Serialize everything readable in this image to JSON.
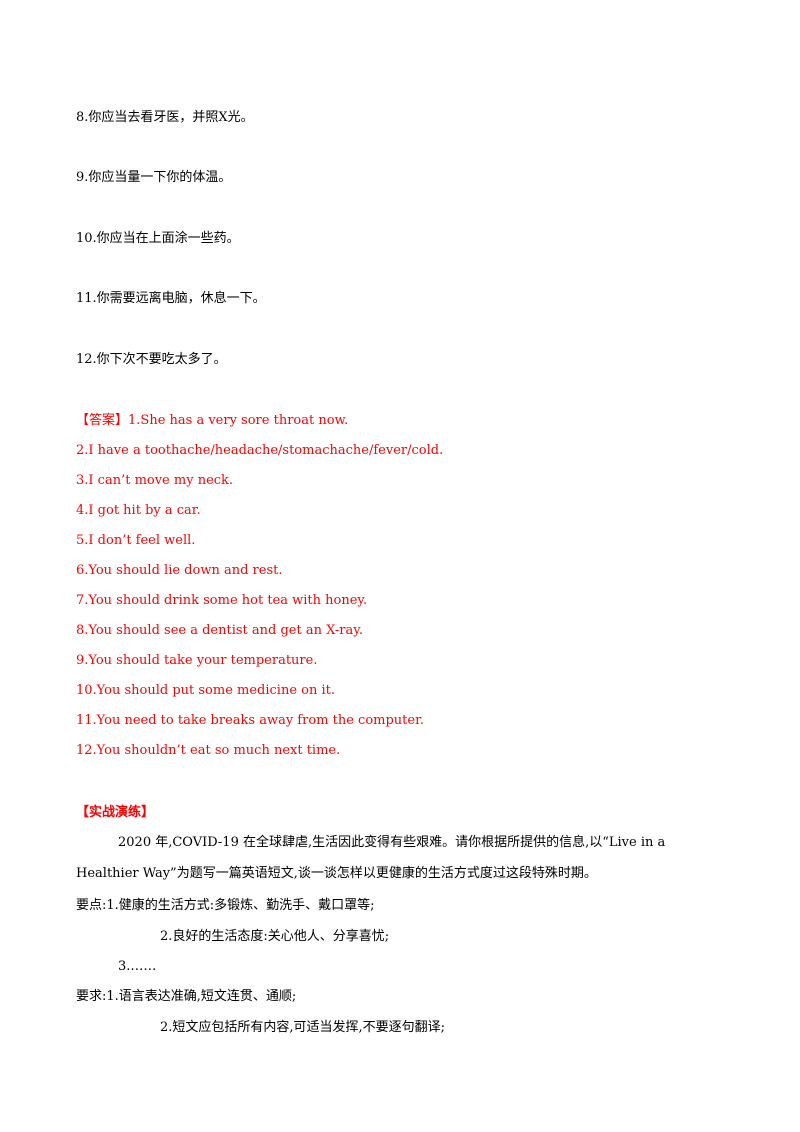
{
  "exercises": [
    "8.你应当去看牙医，并照X光。",
    "9.你应当量一下你的体温。",
    "10.你应当在上面涂一些药。",
    "11.你需要远离电脑，休息一下。",
    "12.你下次不要吃太多了。"
  ],
  "answers": {
    "label": "【答案】",
    "items": [
      "1.She has a very sore throat now.",
      "2.I have a toothache/headache/stomachache/fever/cold.",
      "3.I can’t move my neck.",
      "4.I got hit by a car.",
      "5.I don’t feel well.",
      "6.You should lie down and rest.",
      "7.You should drink some hot tea with honey.",
      "8.You should see a dentist and get an X-ray.",
      "9.You should take your temperature.",
      "10.You should put some medicine on it.",
      "11.You need to take breaks away from the computer.",
      "12.You shouldn’t eat so much next time."
    ]
  },
  "practice": {
    "title": "【实战演练】",
    "intro_line1": "2020 年,COVID-19 在全球肆虐,生活因此变得有些艰难。请你根据所提供的信息,以“Live in a",
    "intro_line2": "Healthier Way”为题写一篇英语短文,谈一谈怎样以更健康的生活方式度过这段特殊时期。",
    "points_label": "要点:1.健康的生活方式:多锻炼、勤洗手、戴口罩等;",
    "point2": "2.良好的生活态度:关心他人、分享喜忧;",
    "point3": "3.……",
    "requirements_label": "要求:1.语言表达准确,短文连贯、通顺;",
    "requirement2": "2.短文应包括所有内容,可适当发挥,不要逐句翻译;"
  }
}
